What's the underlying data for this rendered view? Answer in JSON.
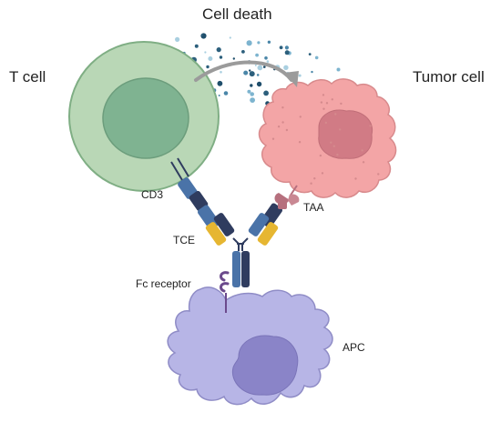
{
  "labels": {
    "title": "Cell death",
    "t_cell": "T cell",
    "tumor_cell": "Tumor cell",
    "cd3": "CD3",
    "taa": "TAA",
    "tce": "TCE",
    "fc_receptor": "Fc receptor",
    "apc": "APC"
  },
  "colors": {
    "t_cell_outer": "#b9d7b6",
    "t_cell_nucleus": "#7fb391",
    "tumor_cell": "#f3a5a6",
    "tumor_nucleus": "#d17b85",
    "apc_cell": "#b7b5e6",
    "apc_nucleus": "#8a84c8",
    "arrow": "#9b9b9b",
    "antibody_dark": "#2f3c5f",
    "antibody_blue": "#4a73a8",
    "antibody_yellow": "#e6b631",
    "fc_receptor": "#6b4a8c",
    "taa_receptor": "#b6707e"
  }
}
